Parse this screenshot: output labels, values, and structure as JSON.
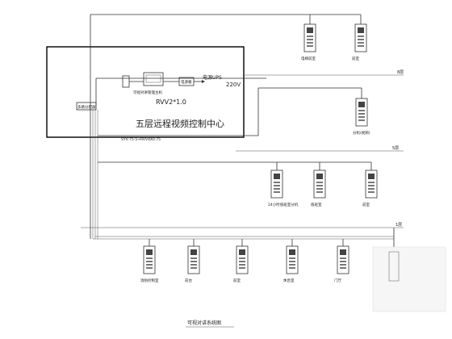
{
  "diagram": {
    "center_title": "五层远程视频控制中心",
    "ups_label": "电源UPS",
    "ups_sub": "",
    "voltage": "220V",
    "cable": "RVV2*1.0",
    "cable_main": "SYV-75-5+RVV4X0.75",
    "controller": "多路分配器",
    "power_box": "电源箱",
    "monitor_label": "可视对讲管理主机",
    "caption": "可视对讲系统图",
    "floor_labels": {
      "f8": "8层",
      "f5": "5层",
      "f1": "1层"
    }
  },
  "row1_units": [
    {
      "label": "电梯前室"
    },
    {
      "label": "前室"
    }
  ],
  "row2_units": [
    {
      "label": "分机(视频)"
    }
  ],
  "row3_units": [
    {
      "label": "24小时值班室分机"
    },
    {
      "label": "值班室"
    },
    {
      "label": "前室"
    }
  ],
  "row4_units": [
    {
      "label": "消防控制室"
    },
    {
      "label": "前台"
    },
    {
      "label": "前室"
    },
    {
      "label": "休息室"
    },
    {
      "label": "门厅"
    }
  ]
}
